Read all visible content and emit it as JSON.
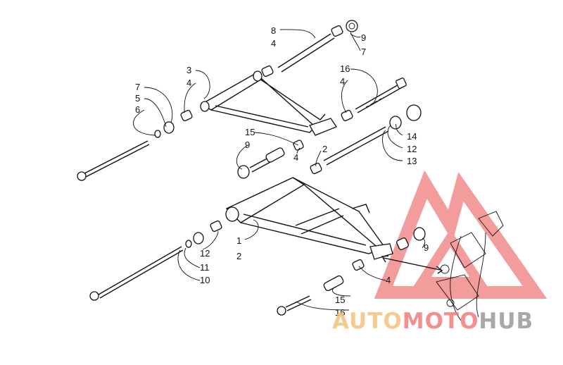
{
  "callouts": {
    "c8": "8",
    "c4a": "4",
    "c9a": "9",
    "c7a": "7",
    "c3": "3",
    "c4b": "4",
    "c7b": "7",
    "c5": "5",
    "c6": "6",
    "c16a": "16",
    "c4c": "4",
    "c15a": "15",
    "c9b": "9",
    "c4d": "4",
    "c2a": "2",
    "c14": "14",
    "c12a": "12",
    "c13": "13",
    "c1": "1",
    "c2b": "2",
    "c12b": "12",
    "c11": "11",
    "c10": "10",
    "c9c": "9",
    "c4e": "4",
    "c15b": "15",
    "c16b": "16"
  },
  "watermark": {
    "part1": "AUTO",
    "part2": "MOTO",
    "part3": "HUB",
    "color_red": "#f07c7c",
    "color_orange": "#f3c37a",
    "color_gray": "#9a9a9a"
  }
}
